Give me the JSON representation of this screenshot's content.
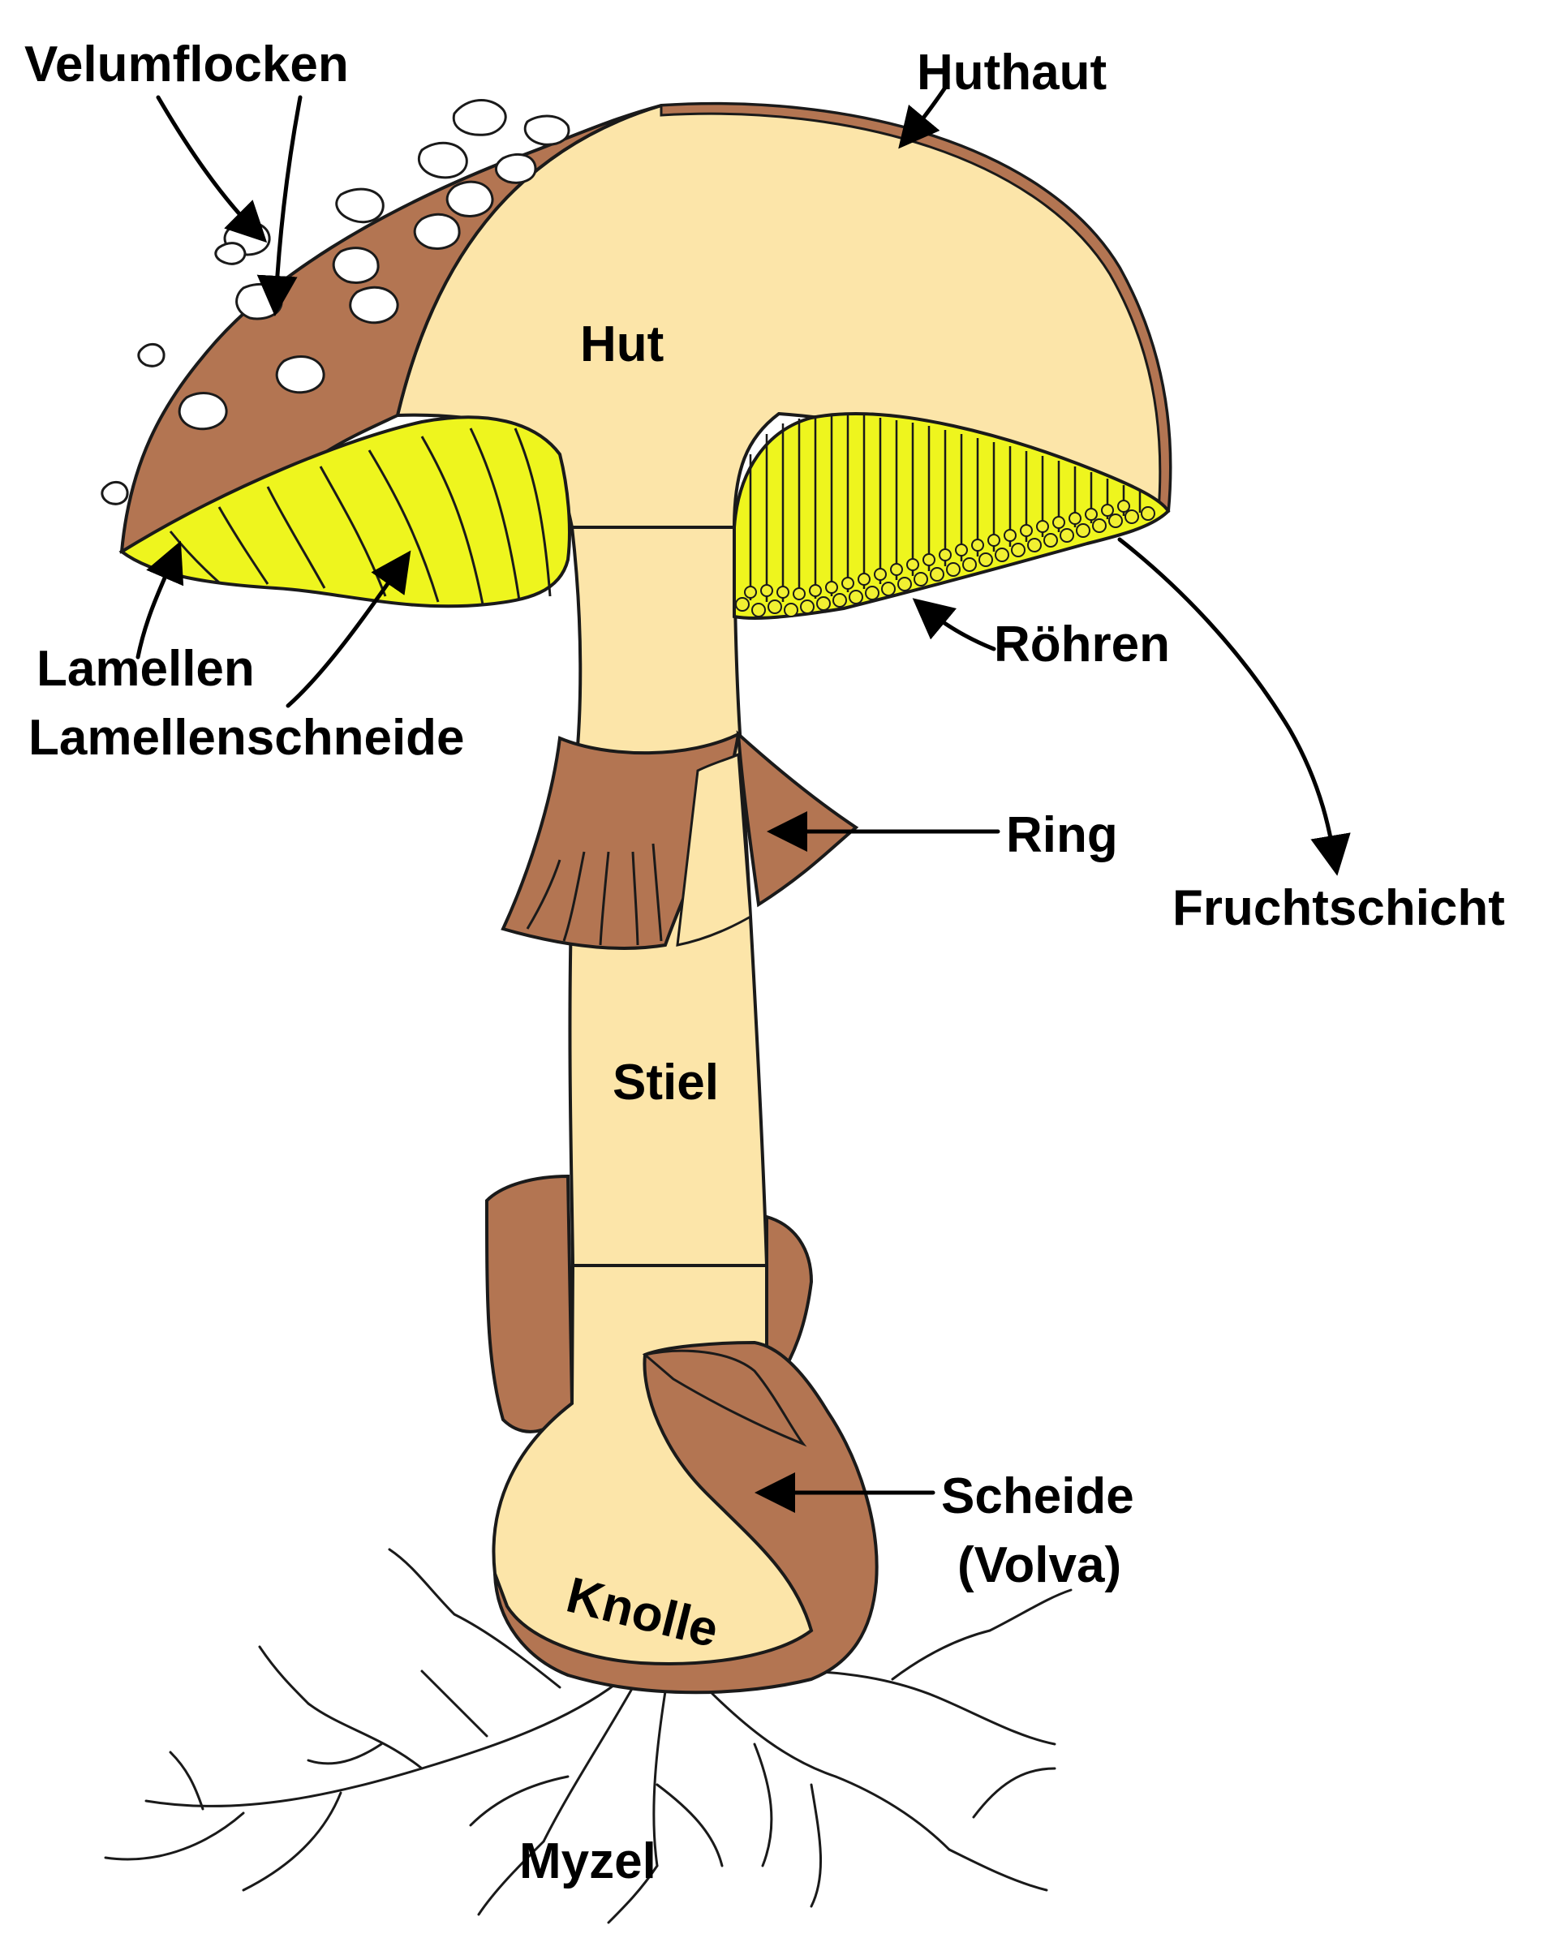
{
  "labels": {
    "velumflocken": "Velumflocken",
    "huthaut": "Huthaut",
    "hut": "Hut",
    "lamellen": "Lamellen",
    "lamellenschneide": "Lamellenschneide",
    "roehren": "Röhren",
    "ring": "Ring",
    "fruchtschicht": "Fruchtschicht",
    "stiel": "Stiel",
    "scheide": "Scheide",
    "volva": "(Volva)",
    "knolle": "Knolle",
    "myzel": "Myzel"
  },
  "colors": {
    "flesh": "#fce5a9",
    "cap_skin": "#b37552",
    "gills": "#eef51e",
    "outline": "#1a1a1a",
    "text": "#000000"
  }
}
